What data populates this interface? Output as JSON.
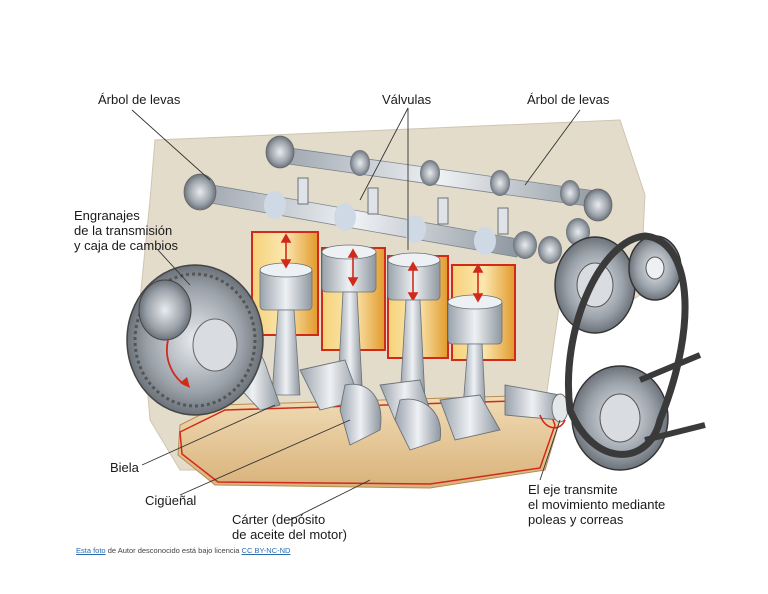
{
  "labels": {
    "camshaft_left": "Árbol de levas",
    "valves": "Válvulas",
    "camshaft_right": "Árbol de levas",
    "gears_line1": "Engranajes",
    "gears_line2": "de la transmisión",
    "gears_line3": "y caja de cambios",
    "conrod": "Biela",
    "crankshaft": "Cigüeñal",
    "sump_line1": "Cárter (depósito",
    "sump_line2": "de aceite del motor)",
    "shaft_line1": "El eje transmite",
    "shaft_line2": "el movimiento mediante",
    "shaft_line3": "poleas y correas"
  },
  "credit": {
    "link1": "Esta foto",
    "middle": " de Autor desconocido está bajo licencia ",
    "link2": "CC BY-NC-ND"
  },
  "colors": {
    "block": "#e4dccb",
    "cylinder": "#e8a93a",
    "cylinder_edge": "#d22a1a",
    "metal": "#c9ced4",
    "sump": "#e8c99a",
    "arrow": "#d22a1a"
  }
}
